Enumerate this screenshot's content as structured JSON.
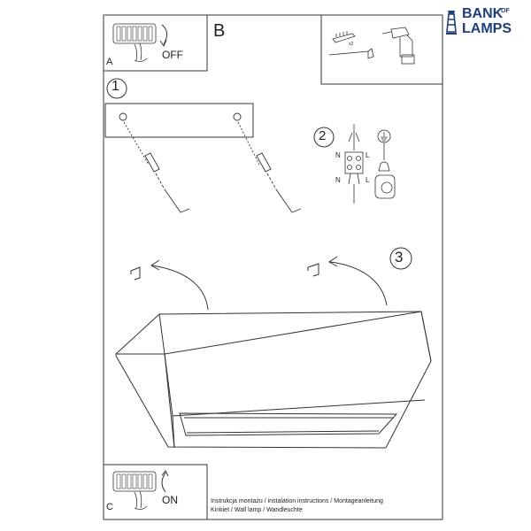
{
  "brand": {
    "line1": "BANK",
    "of": "OF",
    "line2": "LAMPS",
    "color": "#1f3f7a"
  },
  "steps": {
    "a_label": "A",
    "a_state": "OFF",
    "b_label": "B",
    "c_label": "C",
    "c_state": "ON",
    "step1": "1",
    "step2": "2",
    "step3": "3"
  },
  "tools": {
    "multiplier": "x2"
  },
  "wiring": {
    "n_top": "N",
    "l_top": "L",
    "n_bottom": "N",
    "l_bottom": "L"
  },
  "caption": {
    "line1": "Instrukcja montażu / instalation instructions / Montageanleitung",
    "line2": "Kinkiet / Wall lamp / Wandleuchte"
  },
  "icons": [
    "lighthouse-icon",
    "fuse-box-icon",
    "hand-icon",
    "rotate-arrow-icon",
    "wall-plug-icon",
    "screw-icon",
    "drill-icon",
    "terminal-block-icon",
    "ground-icon",
    "mounting-hook-icon",
    "curved-arrow-icon"
  ]
}
